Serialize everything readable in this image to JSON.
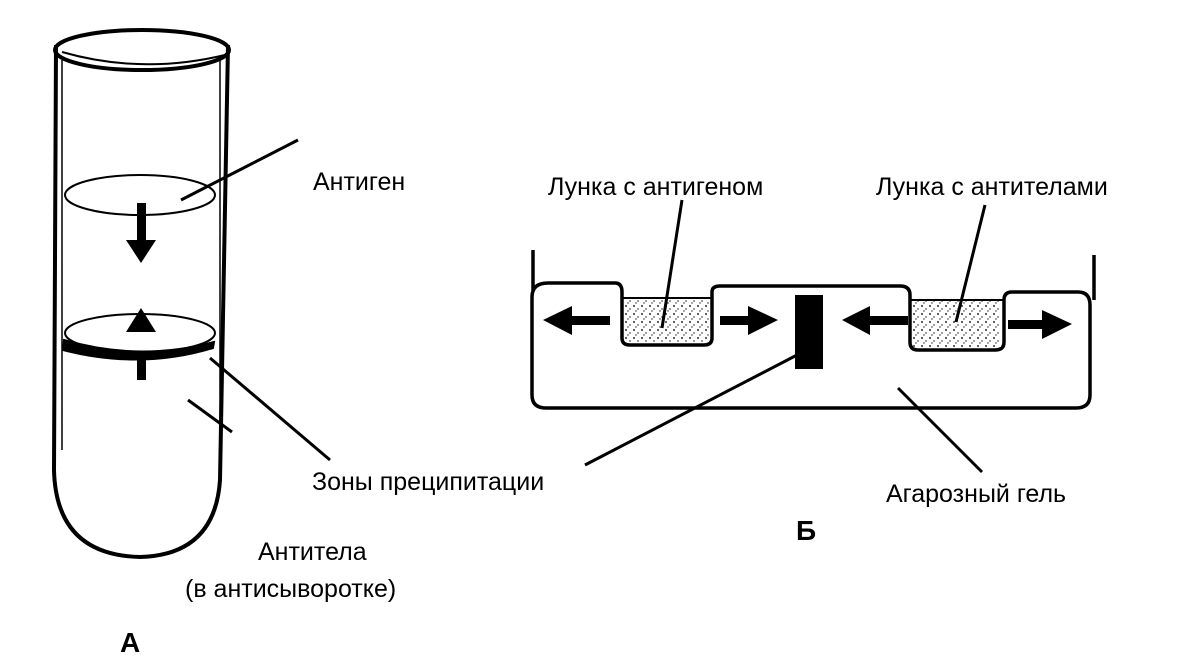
{
  "panel_a": {
    "letter": "А",
    "labels": {
      "antigen": "Антиген",
      "precipitation_zones": "Зоны преципитации",
      "antibodies": "Антитела",
      "antibodies_note": "(в антисыворотке)"
    }
  },
  "panel_b": {
    "letter": "Б",
    "labels": {
      "antigen_well": "Лунка с антигеном",
      "antibody_well": "Лунка с антителами",
      "agarose_gel": "Агарозный гель"
    }
  },
  "colors": {
    "ink": "#000000",
    "background": "#ffffff"
  }
}
